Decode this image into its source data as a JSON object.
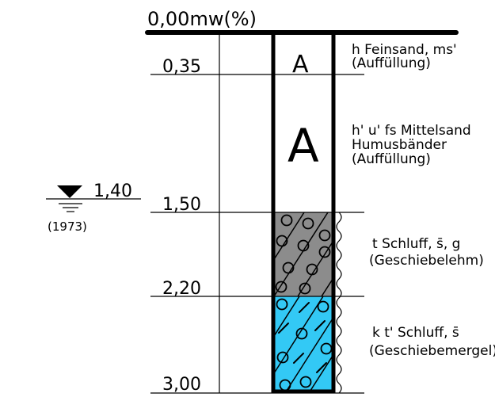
{
  "header": {
    "label": "0,00mw(%)"
  },
  "depths": [
    {
      "label": "0,35"
    },
    {
      "label": "1,50"
    },
    {
      "label": "2,20"
    },
    {
      "label": "3,00"
    }
  ],
  "groundwater": {
    "depth": "1,40",
    "year": "(1973)"
  },
  "layers": [
    {
      "symbol": "A",
      "lines": [
        "h Feinsand, ms'",
        "(Auffüllung)"
      ]
    },
    {
      "symbol": "A",
      "lines": [
        "h' u' fs Mittelsand",
        "Humusbänder",
        "(Auffüllung)"
      ]
    },
    {
      "pattern": "geschiebelehm",
      "color": "#8c8c8c",
      "lines": [
        "t Schluff, s̄, g",
        "(Geschiebelehm)"
      ]
    },
    {
      "pattern": "geschiebemergel",
      "color": "#33c9f5",
      "lines": [
        "k t' Schluff, s̄",
        "(Geschiebemergel)"
      ]
    }
  ]
}
